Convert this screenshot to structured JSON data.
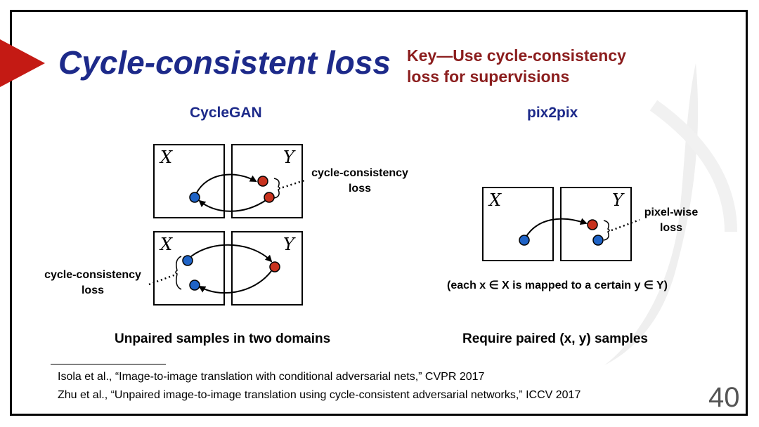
{
  "slide": {
    "title": "Cycle-consistent loss",
    "key_line1": "Key—Use cycle-consistency",
    "key_line2": "loss for supervisions",
    "page_number": "40"
  },
  "left": {
    "heading": "CycleGAN",
    "domain_x": "X",
    "domain_y": "Y",
    "top_label_line1": "cycle-consistency",
    "top_label_line2": "loss",
    "bottom_label_line1": "cycle-consistency",
    "bottom_label_line2": "loss",
    "caption": "Unpaired samples in two domains"
  },
  "right": {
    "heading": "pix2pix",
    "domain_x": "X",
    "domain_y": "Y",
    "label_line1": "pixel-wise",
    "label_line2": "loss",
    "mapping_note": "(each x ∈ X is mapped to a certain y ∈ Y)",
    "caption": "Require paired (x, y) samples"
  },
  "references": [
    "Isola et al., “Image-to-image translation with conditional adversarial nets,” CVPR 2017",
    "Zhu et al., “Unpaired image-to-image translation using cycle-consistent adversarial networks,” ICCV 2017"
  ],
  "colors": {
    "title": "#1d2a8a",
    "key": "#8b1d1d",
    "accent_red": "#c41a14",
    "dot_blue": "#1f63c6",
    "dot_red": "#c8321e"
  }
}
